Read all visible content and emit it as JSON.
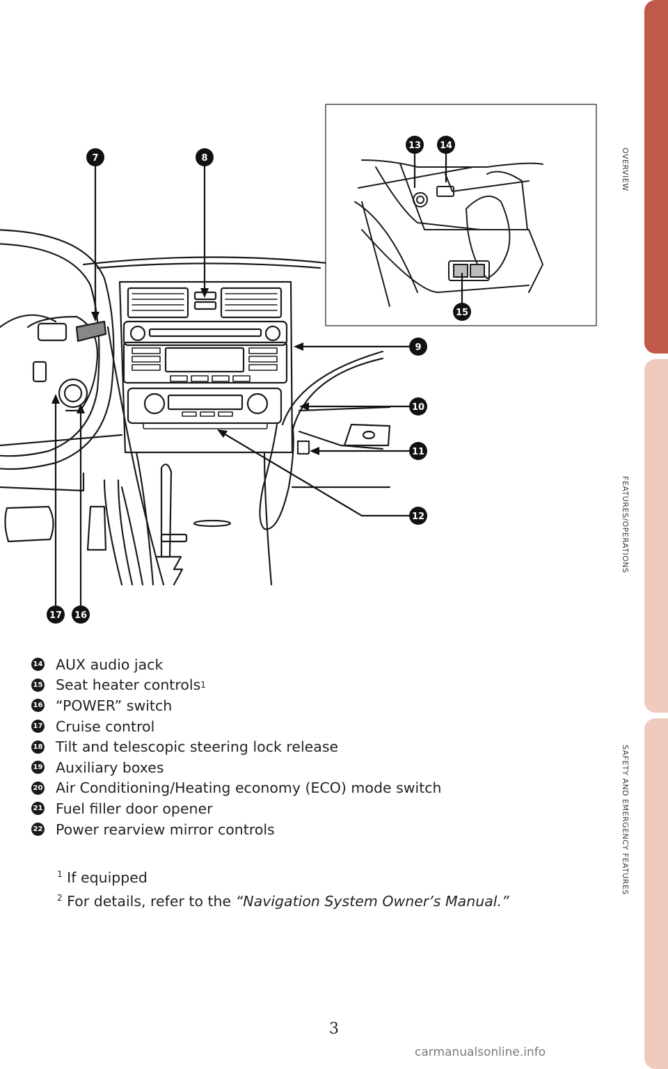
{
  "side_tabs": [
    {
      "label": "OVERVIEW",
      "color": "#c0594a"
    },
    {
      "label": "FEATURES/OPERATIONS",
      "color": "#efcbbf"
    },
    {
      "label": "SAFETY AND EMERGENCY FEATURES",
      "color": "#efcbbf"
    }
  ],
  "callouts": [
    "7",
    "8",
    "9",
    "10",
    "11",
    "12",
    "13",
    "14",
    "15",
    "16",
    "17"
  ],
  "list": [
    {
      "num": "14",
      "text": "AUX audio jack",
      "sup": ""
    },
    {
      "num": "15",
      "text": "Seat heater controls",
      "sup": "1"
    },
    {
      "num": "16",
      "text": "“POWER” switch",
      "sup": ""
    },
    {
      "num": "17",
      "text": "Cruise control",
      "sup": ""
    },
    {
      "num": "18",
      "text": "Tilt and telescopic steering lock release",
      "sup": ""
    },
    {
      "num": "19",
      "text": "Auxiliary boxes",
      "sup": ""
    },
    {
      "num": "20",
      "text": "Air Conditioning/Heating economy (ECO) mode switch",
      "sup": ""
    },
    {
      "num": "21",
      "text": "Fuel filler door opener",
      "sup": ""
    },
    {
      "num": "22",
      "text": "Power rearview mirror controls",
      "sup": ""
    }
  ],
  "footnotes": {
    "fn1_mark": "1",
    "fn1_text": "If equipped",
    "fn2_mark": "2",
    "fn2_prefix": "For details, refer to the ",
    "fn2_italic": "“Navigation System Owner’s Manual.”"
  },
  "page_number": "3",
  "watermark": "carmanualsonline.info"
}
